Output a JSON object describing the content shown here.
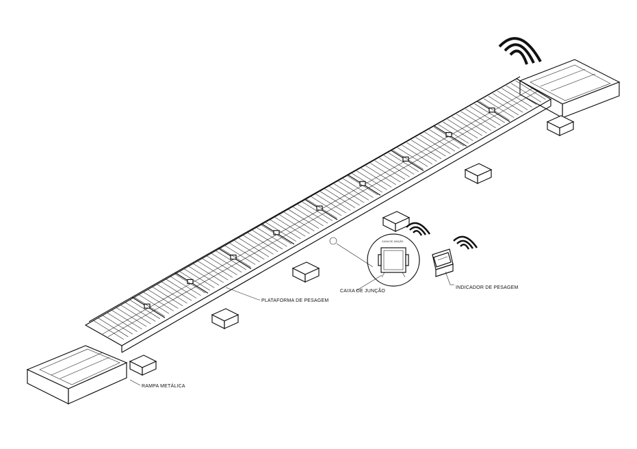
{
  "labels": {
    "platform": "PLATAFORMA DE PESAGEM",
    "ramp": "RAMPA METÁLICA",
    "junction_box": "CAIXA DE JUNÇÃO",
    "indicator": "INDICADOR DE PESAGEM"
  },
  "icons": [
    "wifi-signal-icon",
    "wifi-signal-icon",
    "wifi-signal-icon"
  ],
  "colors": {
    "line": "#111111",
    "background": "#ffffff"
  }
}
